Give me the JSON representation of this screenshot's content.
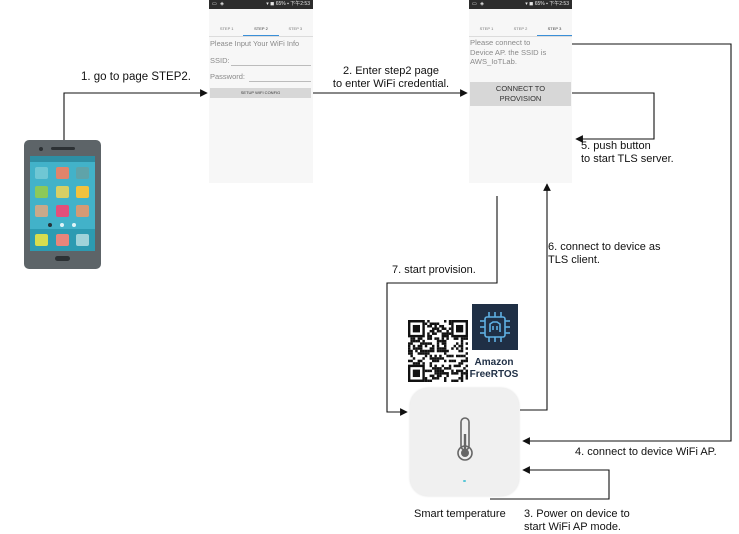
{
  "labels": {
    "step1": "1. go to page STEP2.",
    "step2": [
      "2. Enter step2 page",
      "to enter WiFi credential."
    ],
    "step3": [
      "3. Power on device to",
      "start WiFi AP mode."
    ],
    "step4": "4. connect to device WiFi AP.",
    "step5": [
      "5. push button",
      "to start TLS server."
    ],
    "step6": [
      "6. connect to device as",
      "TLS client."
    ],
    "step7": "7. start provision.",
    "device_caption": "Smart temperature"
  },
  "screen_step2": {
    "status_right": "▾ ◼ 65% ▪ 下午2:53",
    "tabs": [
      "STEP 1",
      "STEP 2",
      "STEP 3"
    ],
    "active_tab": 1,
    "heading": "Please Input Your WiFi Info",
    "ssid_label": "SSID:",
    "password_label": "Password:",
    "button_label": "SETUP WIFI CONFIG"
  },
  "screen_step3": {
    "status_right": "▾ ◼ 65% ▪ 下午2:53",
    "tabs": [
      "STEP 1",
      "STEP 2",
      "STEP 3"
    ],
    "active_tab": 2,
    "message": [
      "Please connect to",
      "Device AP. the SSID is",
      "AWS_IoTLab."
    ],
    "button_label": [
      "CONNECT TO",
      "PROVISION"
    ]
  },
  "logo": {
    "brand_line1": "Amazon",
    "brand_line2": "FreeRTOS"
  },
  "colors": {
    "phone_body": "#5d6468",
    "phone_screen": "#42b2c9",
    "logo_bg": "#1f2f45",
    "logo_icon": "#5fb0e3",
    "device_body": "#f0f0f0",
    "tab_active": "#3a8fd8"
  },
  "icons": {
    "phone": "smartphone-icon",
    "thermometer": "thermometer-icon",
    "qr": "qr-code-icon",
    "chip": "freertos-chip-icon"
  }
}
